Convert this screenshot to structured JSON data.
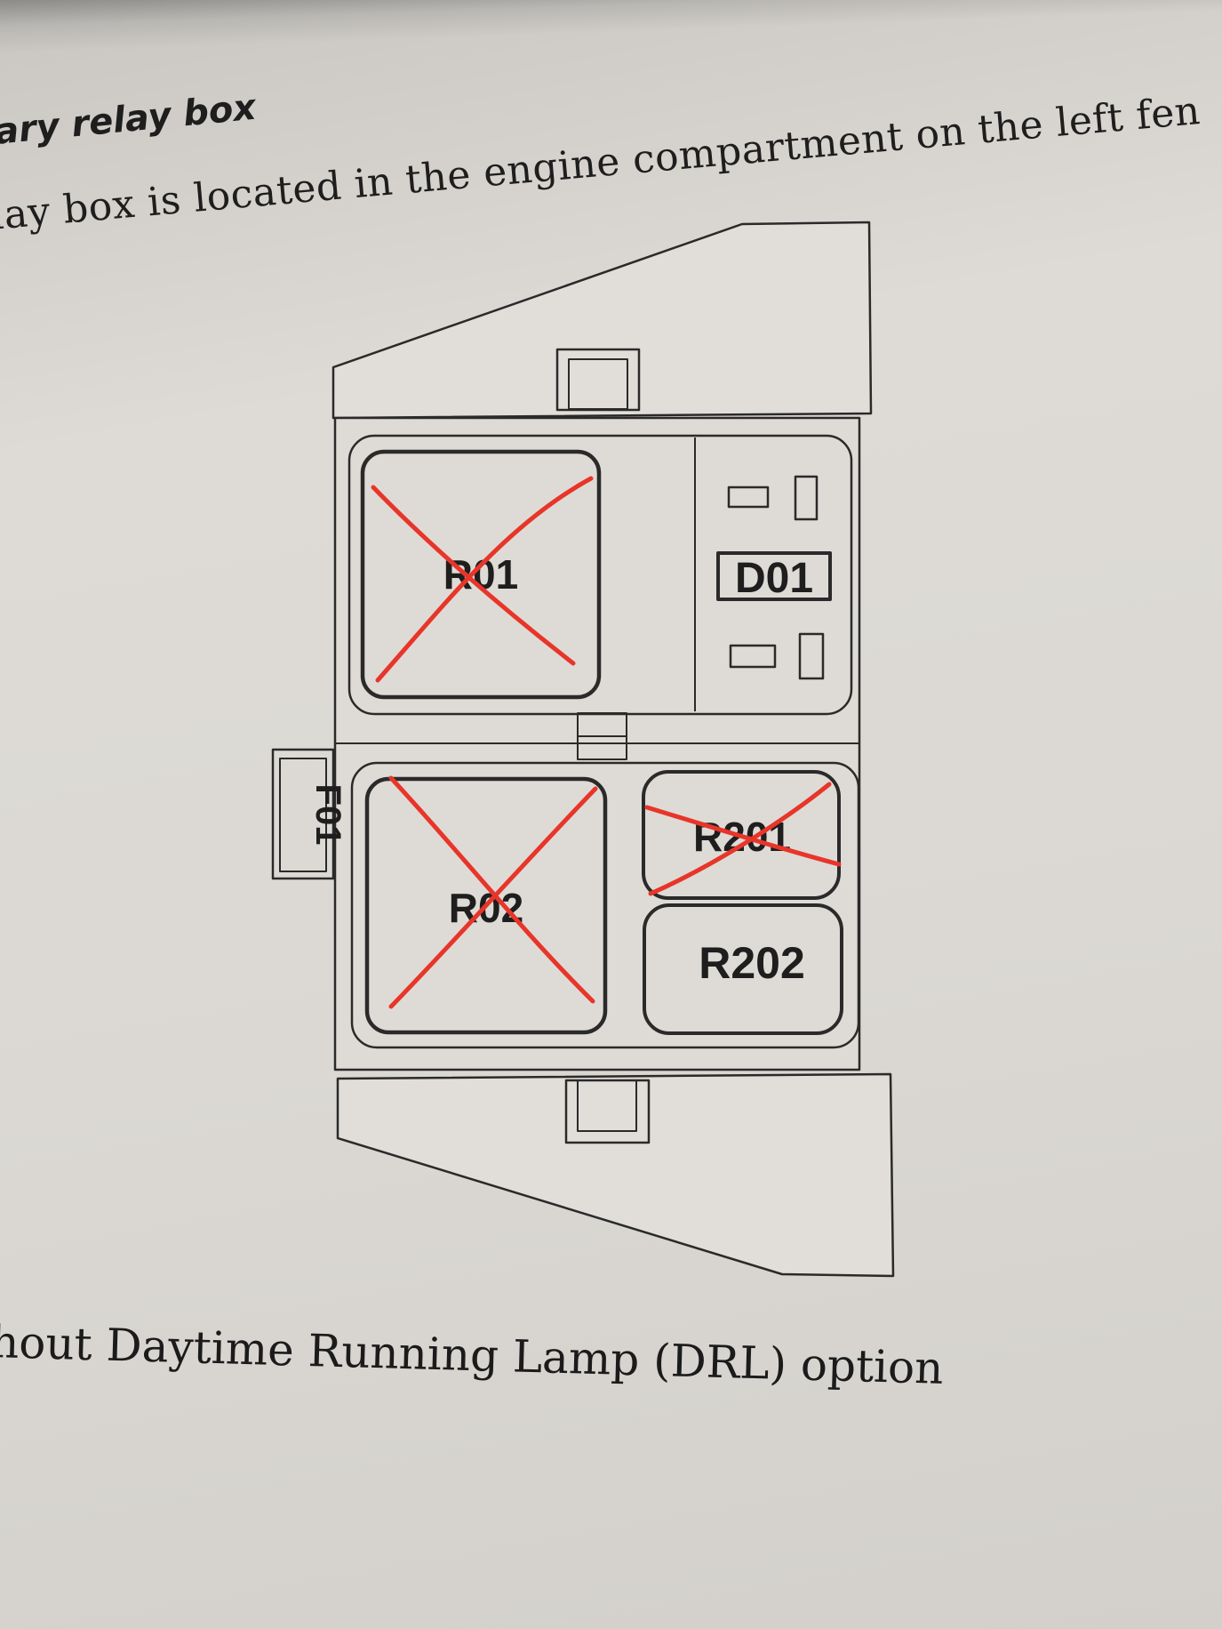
{
  "heading": "ary relay box",
  "intro": "lay box is located in the engine compartment on the left fen",
  "caption": "hout Daytime Running Lamp (DRL) option",
  "diagram": {
    "fuse_label": "F01",
    "diode_label": "D01",
    "relay_labels": {
      "r01": "R01",
      "r02": "R02",
      "r201": "R201",
      "r202": "R202"
    },
    "markup_color": "#e8352a",
    "crossed_out": [
      "R01",
      "R02",
      "R201"
    ]
  }
}
